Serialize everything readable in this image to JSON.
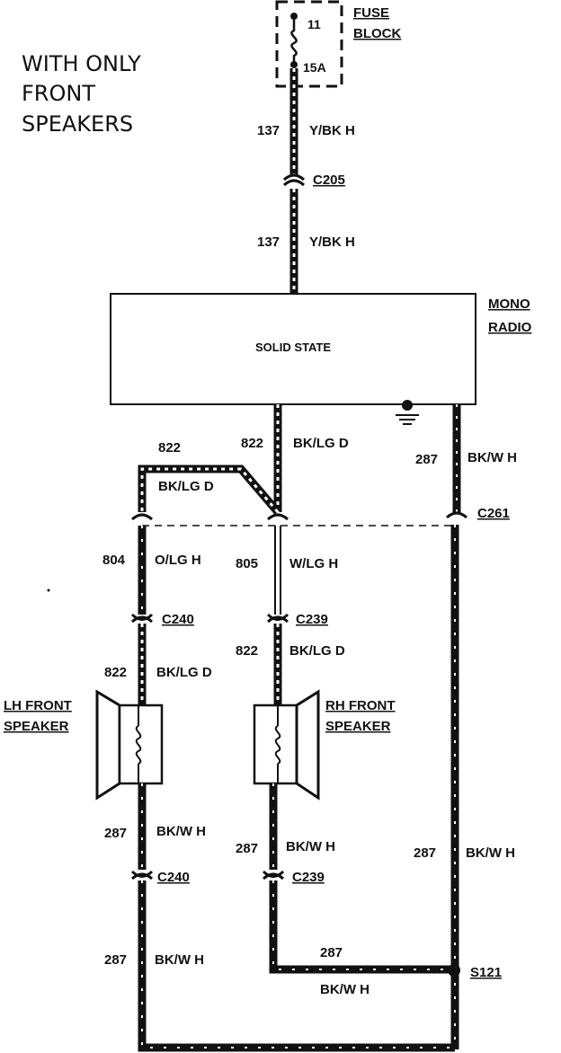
{
  "note": {
    "line1": "WITH ONLY",
    "line2": "FRONT",
    "line3": "SPEAKERS"
  },
  "fuse": {
    "number": "11",
    "rating": "15A",
    "label1": "FUSE",
    "label2": "BLOCK"
  },
  "radio": {
    "label1": "MONO",
    "label2": "RADIO",
    "inner": "SOLID STATE"
  },
  "connectors": {
    "c205": "C205",
    "c261": "C261",
    "c240a": "C240",
    "c239a": "C239",
    "c240b": "C240",
    "c239b": "C239",
    "s121": "S121"
  },
  "speakers": {
    "lh1": "LH FRONT",
    "lh2": "SPEAKER",
    "rh1": "RH FRONT",
    "rh2": "SPEAKER"
  },
  "wires": {
    "w137a": {
      "num": "137",
      "color": "Y/BK H"
    },
    "w137b": {
      "num": "137",
      "color": "Y/BK H"
    },
    "w822top": {
      "num": "822",
      "color": "BK/LG D"
    },
    "w822left": {
      "num": "822",
      "color": "BK/LG D"
    },
    "w287radio": {
      "num": "287",
      "color": "BK/W H"
    },
    "w804": {
      "num": "804",
      "color": "O/LG H"
    },
    "w805": {
      "num": "805",
      "color": "W/LG H"
    },
    "w822rh": {
      "num": "822",
      "color": "BK/LG D"
    },
    "w822lh": {
      "num": "822",
      "color": "BK/LG D"
    },
    "w287lh": {
      "num": "287",
      "color": "BK/W H"
    },
    "w287rh": {
      "num": "287",
      "color": "BK/W H"
    },
    "w287right": {
      "num": "287",
      "color": "BK/W H"
    },
    "w287bottom": {
      "num": "287",
      "color": "BK/W H"
    },
    "w287s121": {
      "num": "287",
      "color": "BK/W H"
    }
  }
}
